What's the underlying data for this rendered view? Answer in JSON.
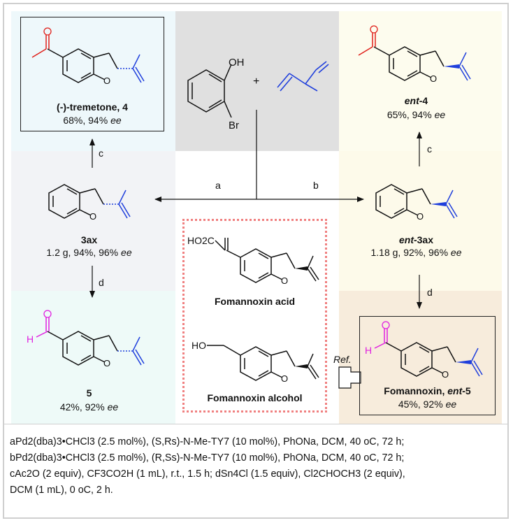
{
  "colors": {
    "acetyl_red": "#e0201a",
    "isopropenyl_blue": "#1f3fdc",
    "formyl_magenta": "#e020e0",
    "dashed_box": "#f08080"
  },
  "start": {
    "plus": "+",
    "oh": "OH",
    "br": "Br"
  },
  "steps": {
    "a": "a",
    "b": "b",
    "c_left": "c",
    "c_right": "c",
    "d_left": "d",
    "d_right": "d"
  },
  "tremetone": {
    "name": "(-)-tremetone, 4",
    "yield": "68%, 94%",
    "ee": "ee"
  },
  "ent4": {
    "name_italic": "ent",
    "name_rest": "-4",
    "yield": "65%, 94%",
    "ee": "ee"
  },
  "cmp3ax": {
    "name": "3ax",
    "yield": "1.2 g, 94%, 96%",
    "ee": "ee"
  },
  "ent3ax": {
    "name_italic": "ent",
    "name_rest": "-3ax",
    "yield": "1.18 g, 92%, 96%",
    "ee": "ee"
  },
  "cmp5": {
    "name": "5",
    "yield": "42%, 92%",
    "ee": "ee"
  },
  "fomannoxin": {
    "name": "Fomannoxin, ",
    "name_italic": "ent",
    "name_rest": "-5",
    "yield": "45%, 92%",
    "ee": "ee"
  },
  "fom_acid": {
    "name": "Fomannoxin acid",
    "group": "HO2C"
  },
  "fom_alcohol": {
    "name": "Fomannoxin alcohol",
    "group": "HO"
  },
  "ref_label": "Ref.",
  "labels": {
    "h": "H",
    "o": "O"
  },
  "footnotes": [
    "aPd2(dba)3•CHCl3 (2.5 mol%), (S,Rs)-N-Me-TY7 (10 mol%), PhONa, DCM, 40 oC, 72 h;",
    "bPd2(dba)3•CHCl3 (2.5 mol%), (R,Ss)-N-Me-TY7 (10 mol%), PhONa, DCM, 40 oC, 72 h;",
    "cAc2O (2 equiv), CF3CO2H (1 mL), r.t., 1.5 h; dSn4Cl (1.5 equiv), Cl2CHOCH3 (2 equiv),",
    "DCM (1 mL), 0 oC, 2 h."
  ]
}
